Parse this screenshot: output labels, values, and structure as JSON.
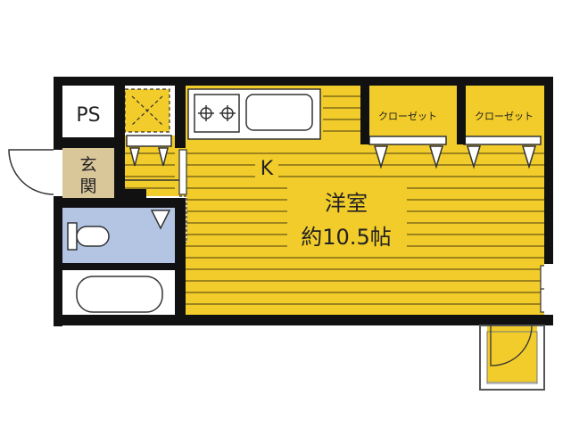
{
  "rooms": {
    "ps": "PS",
    "entrance_line1": "玄",
    "entrance_line2": "関",
    "kitchen": "K",
    "western_room": "洋室",
    "western_room_size": "約10.5帖",
    "closet_left": "クローゼット",
    "closet_right": "クローゼット"
  },
  "colors": {
    "wall": "#111111",
    "floor_wood": "#f2cc2a",
    "floor_wood_line": "#6b5a16",
    "floor_tile": "#b4c5e4",
    "floor_entrance": "#d9c79a",
    "floor_white": "#ffffff"
  }
}
